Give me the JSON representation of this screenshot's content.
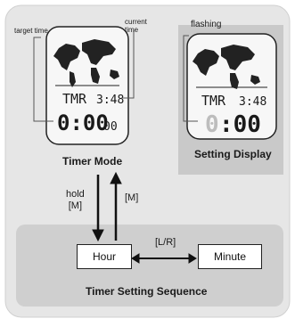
{
  "labels": {
    "target_time": "target time",
    "current_time": "current\ntime",
    "flashing": "flashing",
    "timer_mode": "Timer Mode",
    "setting_display": "Setting Display",
    "hold_m": "hold\n[M]",
    "m_button": "[M]",
    "lr_button": "[L/R]",
    "timer_setting_sequence": "Timer Setting Sequence"
  },
  "watch_left": {
    "mode_text": "TMR",
    "clock_text": "3:48",
    "timer_main": "0:00",
    "timer_small": "00"
  },
  "watch_right": {
    "mode_text": "TMR",
    "clock_text": "3:48",
    "timer_flash_digit": "0",
    "timer_rest": ":00"
  },
  "sequence": {
    "hour_label": "Hour",
    "minute_label": "Minute"
  },
  "colors": {
    "background_panel": "#e6e6e6",
    "gray_panel": "#c9c9c9",
    "watch_face": "#f7f7f7",
    "lcd_dark": "#1a1a1a",
    "flash_digit": "#bdbdbd"
  }
}
